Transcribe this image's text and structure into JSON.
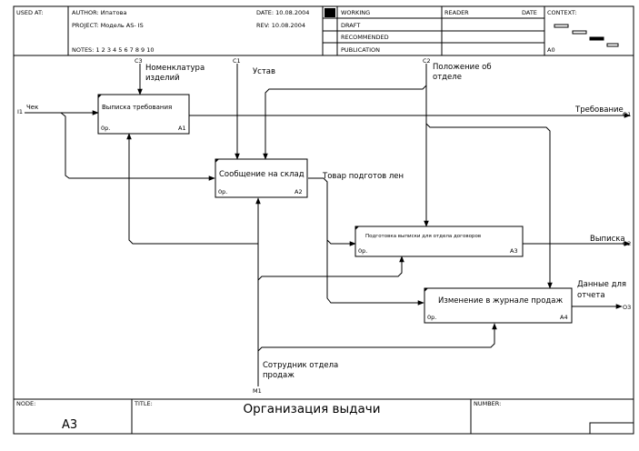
{
  "header": {
    "used_at": "USED AT:",
    "author": "AUTHOR:  Ипатова",
    "project": "PROJECT:  Модель AS- IS",
    "date": "DATE:  10.08.2004",
    "rev": "REV:    10.08.2004",
    "notes": "NOTES:  1  2  3  4  5  6  7  8  9  10",
    "status": [
      "WORKING",
      "DRAFT",
      "RECOMMENDED",
      "PUBLICATION"
    ],
    "reader": "READER",
    "reader_date": "DATE",
    "context": "CONTEXT:",
    "context_node": "A0"
  },
  "boxes": [
    {
      "id": "A1",
      "label": "Выписка требования",
      "cost": "0р.",
      "num": "A1"
    },
    {
      "id": "A2",
      "label": "Сообщение на склад",
      "cost": "0р.",
      "num": "A2"
    },
    {
      "id": "A3",
      "label": "Подготовка выписки для отдела договоров",
      "cost": "0р.",
      "num": "A3"
    },
    {
      "id": "A4",
      "label": "Изменение в  журнале продаж",
      "cost": "0р.",
      "num": "A4"
    }
  ],
  "arrows": {
    "i1_code": "I1",
    "i1_label": "Чек",
    "c3_code": "C3",
    "c3_label": [
      "Номенклатура",
      "изделий"
    ],
    "c1_code": "C1",
    "c1_label": "Устав",
    "c2_code": "C2",
    "c2_label": [
      "Положение об",
      "отделе"
    ],
    "o1_code": "O1",
    "o1_label": "Требование",
    "o2_code": "O2",
    "o2_label": "Выписка",
    "o3_code": "O3",
    "o3_label": [
      "Данные для",
      "отчета"
    ],
    "m1_code": "M1",
    "m1_label": [
      "Сотрудник отдела",
      "продаж"
    ],
    "internal_label": "Товар подготов лен"
  },
  "footer": {
    "node_label": "NODE:",
    "node_value": "A3",
    "title_label": "TITLE:",
    "title_value": "Организация выдачи",
    "number_label": "NUMBER:"
  }
}
